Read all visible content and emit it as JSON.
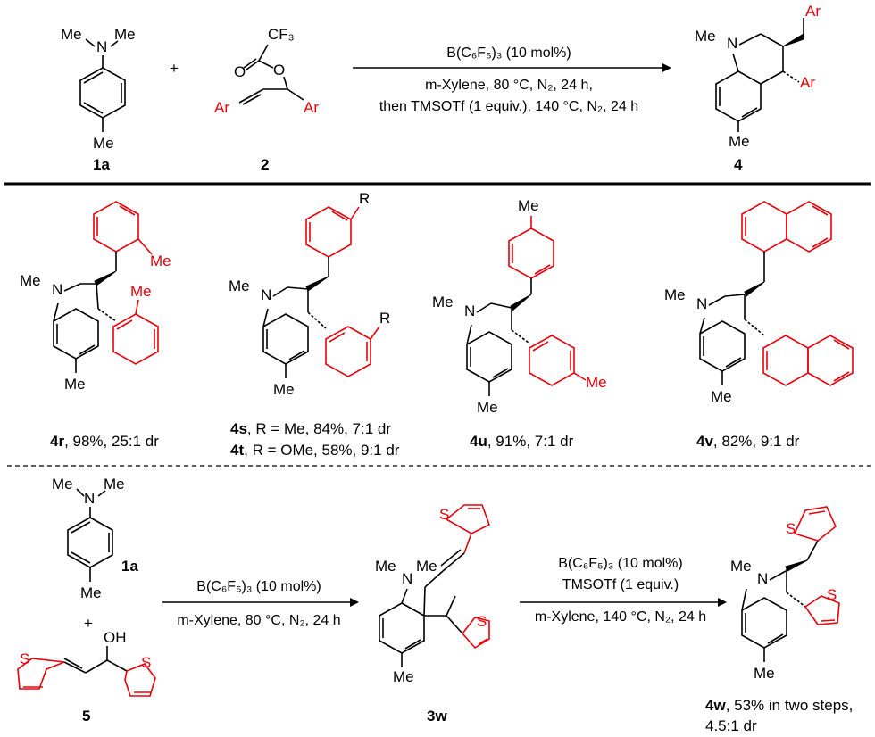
{
  "top": {
    "cpd_1a": "1a",
    "plus": "+",
    "cpd_2": "2",
    "cpd_4": "4",
    "cond_line1": "B(C₆F₅)₃ (10 mol%)",
    "cond_line2": "m-Xylene, 80 °C, N₂, 24 h,",
    "cond_line3": "then TMSOTf (1 equiv.), 140 °C, N₂, 24 h",
    "atoms": {
      "me": "Me",
      "n": "N",
      "ar": "Ar",
      "cf3": "CF₃",
      "o": "O"
    }
  },
  "examples": [
    {
      "id": "4r",
      "text": ", 98%, 25:1 dr"
    },
    {
      "id": "4s",
      "text": ", R = Me, 84%, 7:1 dr"
    },
    {
      "id": "4t",
      "text": ", R = OMe, 58%, 9:1 dr"
    },
    {
      "id": "4u",
      "text": ", 91%, 7:1 dr"
    },
    {
      "id": "4v",
      "text": ", 82%, 9:1 dr"
    }
  ],
  "bottom": {
    "cpd_1a": "1a",
    "plus": "+",
    "cpd_5": "5",
    "cpd_3w": "3w",
    "cond1_line1": "B(C₆F₅)₃ (10 mol%)",
    "cond1_line2": "m-Xylene, 80 °C, N₂, 24 h",
    "cond2_line1": "B(C₆F₅)₃ (10 mol%)",
    "cond2_line2": "TMSOTf (1 equiv.)",
    "cond2_line3": "m-Xylene, 140 °C, N₂, 24 h",
    "product_id": "4w",
    "product_line1": ", 53% in two steps,",
    "product_line2": "4.5:1 dr",
    "atoms": {
      "oh": "OH",
      "s": "S",
      "r": "R"
    }
  },
  "colors": {
    "highlight": "#e8000b",
    "ink": "#000000"
  }
}
